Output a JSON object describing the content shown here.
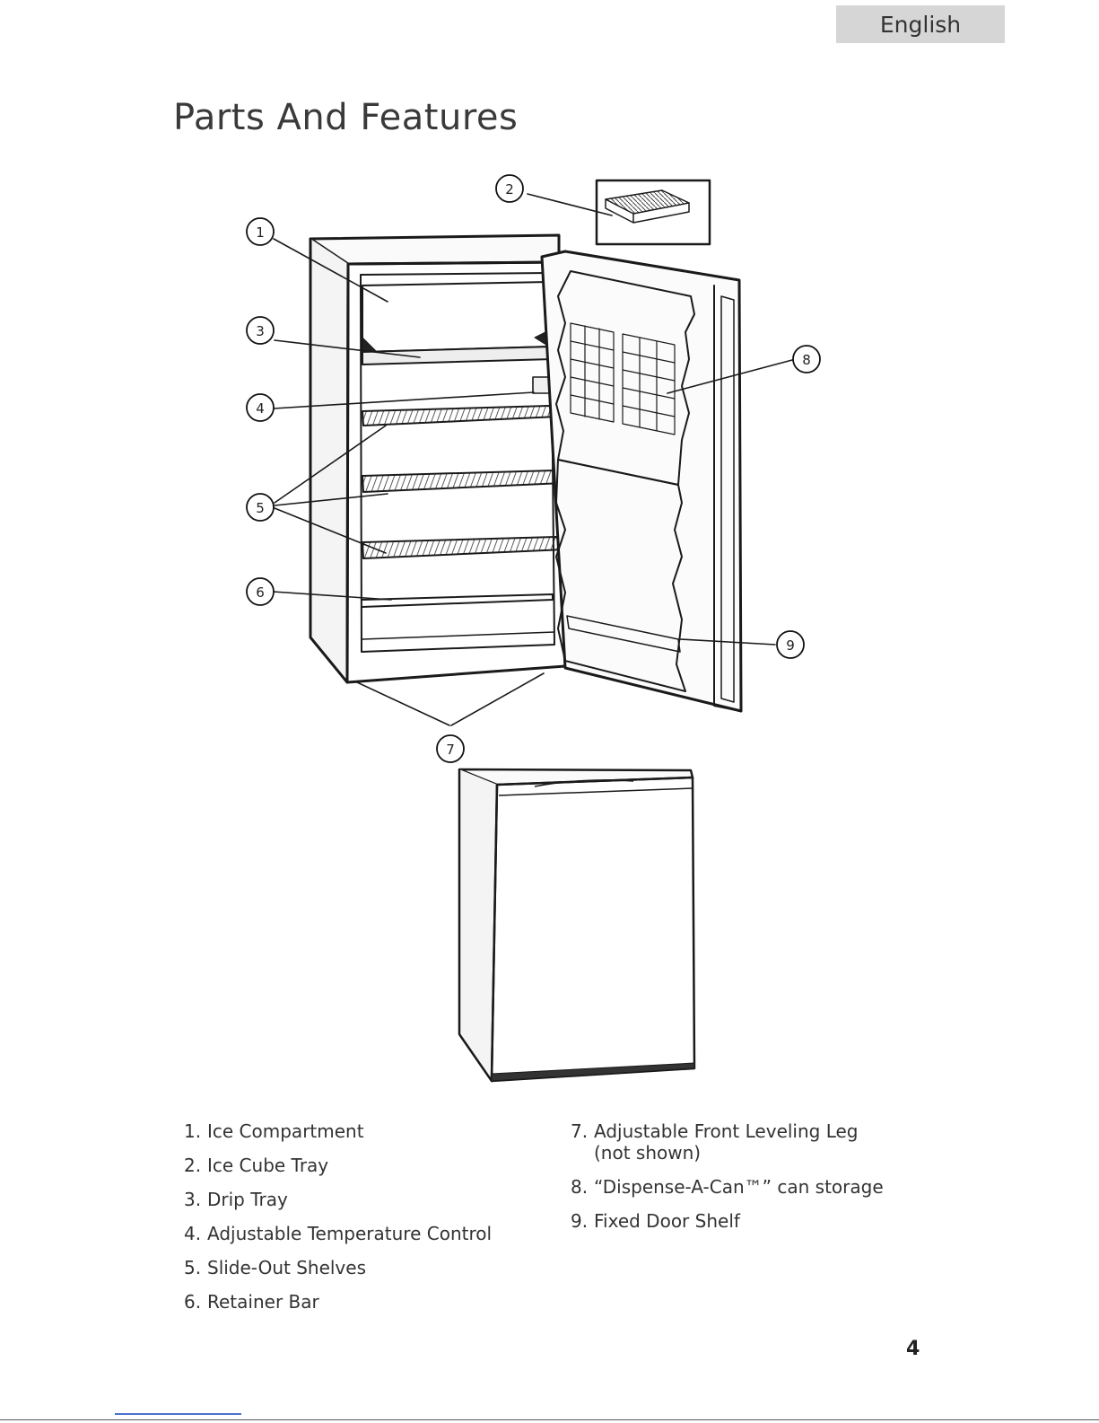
{
  "header": {
    "language_tab": "English",
    "title": "Parts And Features"
  },
  "diagram": {
    "callouts": [
      "1",
      "2",
      "3",
      "4",
      "5",
      "6",
      "7",
      "8",
      "9"
    ]
  },
  "legend": {
    "left": [
      {
        "num": "1.",
        "text": "Ice Compartment"
      },
      {
        "num": "2.",
        "text": "Ice Cube Tray"
      },
      {
        "num": "3.",
        "text": "Drip Tray"
      },
      {
        "num": "4.",
        "text": "Adjustable Temperature Control"
      },
      {
        "num": "5.",
        "text": "Slide-Out Shelves"
      },
      {
        "num": "6.",
        "text": "Retainer Bar"
      }
    ],
    "right": [
      {
        "num": "7.",
        "text": "Adjustable Front Leveling Leg\n(not shown)"
      },
      {
        "num": "8.",
        "text": "“Dispense-A-Can™” can storage"
      },
      {
        "num": "9.",
        "text": "Fixed Door Shelf"
      }
    ]
  },
  "footer": {
    "page_number": "4"
  }
}
